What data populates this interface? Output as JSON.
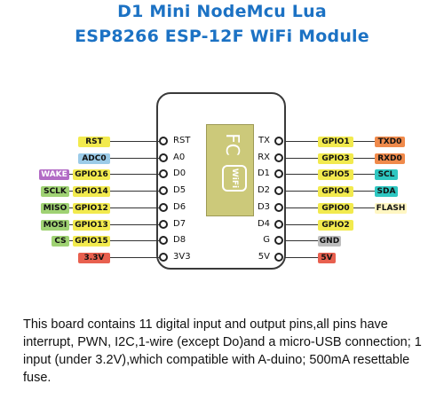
{
  "title": {
    "line1": "D1 Mini NodeMcu Lua",
    "line2": "ESP8266 ESP-12F WiFi Module"
  },
  "chip": {
    "fc": "FC",
    "wifi": "WiFi"
  },
  "left_pins": [
    {
      "pin": "RST",
      "tags": [
        "RST"
      ]
    },
    {
      "pin": "A0",
      "tags": [
        "ADC0"
      ]
    },
    {
      "pin": "D0",
      "tags": [
        "WAKE",
        "GPIO16"
      ]
    },
    {
      "pin": "D5",
      "tags": [
        "SCLK",
        "GPIO14"
      ]
    },
    {
      "pin": "D6",
      "tags": [
        "MISO",
        "GPIO12"
      ]
    },
    {
      "pin": "D7",
      "tags": [
        "MOSI",
        "GPIO13"
      ]
    },
    {
      "pin": "D8",
      "tags": [
        "CS",
        "GPIO15"
      ]
    },
    {
      "pin": "3V3",
      "tags": [
        "3.3V"
      ]
    }
  ],
  "right_pins": [
    {
      "pin": "TX",
      "tags": [
        "GPIO1",
        "TXD0"
      ]
    },
    {
      "pin": "RX",
      "tags": [
        "GPIO3",
        "RXD0"
      ]
    },
    {
      "pin": "D1",
      "tags": [
        "GPIO5",
        "SCL"
      ]
    },
    {
      "pin": "D2",
      "tags": [
        "GPIO4",
        "SDA"
      ]
    },
    {
      "pin": "D3",
      "tags": [
        "GPIO0",
        "FLASH"
      ]
    },
    {
      "pin": "D4",
      "tags": [
        "GPIO2"
      ]
    },
    {
      "pin": "G",
      "tags": [
        "GND"
      ]
    },
    {
      "pin": "5V",
      "tags": [
        "5V"
      ]
    }
  ],
  "description": "This board contains 11 digital input and output pins,all pins have interrupt, PWN, I2C,1-wire (except Do)and a micro-USB connection; 1 input (under 3.2V),which compatible with A-duino; 500mA resettable fuse.",
  "colors": {
    "title": "#1c72c4",
    "yellow": "#f2ea4e",
    "blue": "#9bcbe8",
    "purple": "#b26bc5",
    "green": "#9fd273",
    "red": "#e8604f",
    "orange": "#f08a4b",
    "teal": "#2ec7c1",
    "gray": "#bdbdbd"
  }
}
